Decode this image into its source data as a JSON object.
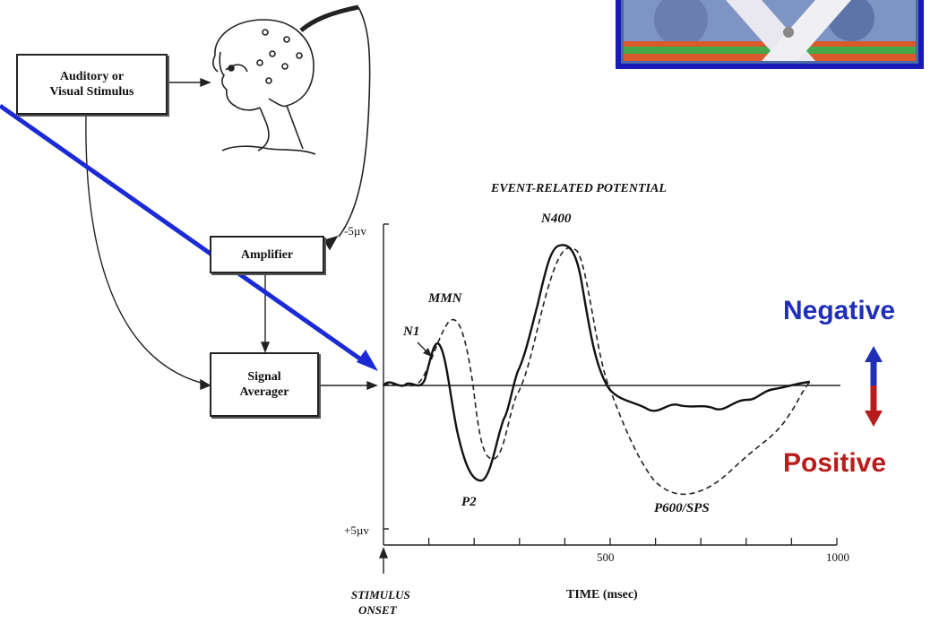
{
  "boxes": {
    "stimulus": [
      "Auditory or",
      "Visual Stimulus"
    ],
    "amplifier": "Amplifier",
    "averager": [
      "Signal",
      "Averager"
    ]
  },
  "chart": {
    "title": "EVENT-RELATED POTENTIAL",
    "y_top": "-5µv",
    "y_bottom": "+5µv",
    "x_ticks": [
      "500",
      "1000"
    ],
    "xlabel": "TIME (msec)",
    "onset": [
      "STIMULUS",
      "ONSET"
    ],
    "components": {
      "n1": "N1",
      "mmn": "MMN",
      "n400": "N400",
      "p2": "P2",
      "p600": "P600/SPS"
    }
  },
  "polarity": {
    "negative": "Negative",
    "positive": "Positive"
  },
  "colors": {
    "negative": "#1f2fb8",
    "positive": "#b81c1c",
    "pointer": "#1a2bd6",
    "photo_border": "#1a1ab8"
  },
  "icons": [
    "head-eeg-cap-icon",
    "eeg-electrode-photo"
  ]
}
